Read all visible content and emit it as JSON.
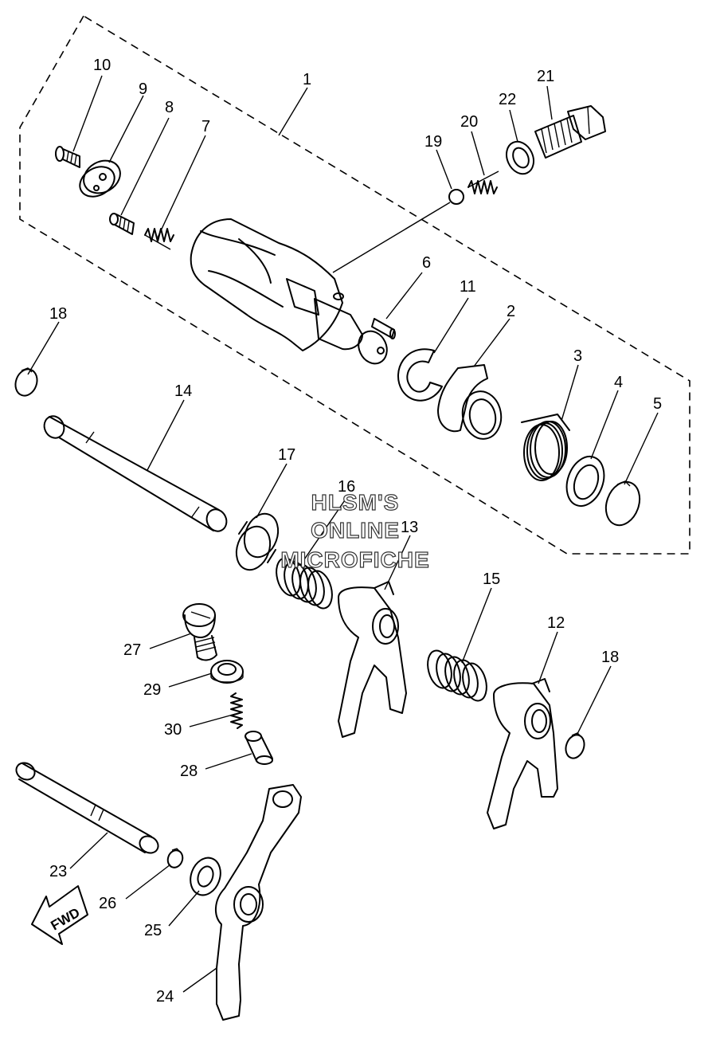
{
  "labels": [
    "1",
    "2",
    "3",
    "4",
    "5",
    "6",
    "7",
    "8",
    "9",
    "10",
    "11",
    "12",
    "13",
    "14",
    "15",
    "16",
    "17",
    "18",
    "18",
    "19",
    "20",
    "21",
    "22",
    "23",
    "24",
    "25",
    "26",
    "27",
    "28",
    "29",
    "30"
  ],
  "watermark": {
    "line1": "HLSM'S",
    "line2": "ONLINE",
    "line3": "MICROFICHE"
  },
  "fwd_arrow": "FWD"
}
